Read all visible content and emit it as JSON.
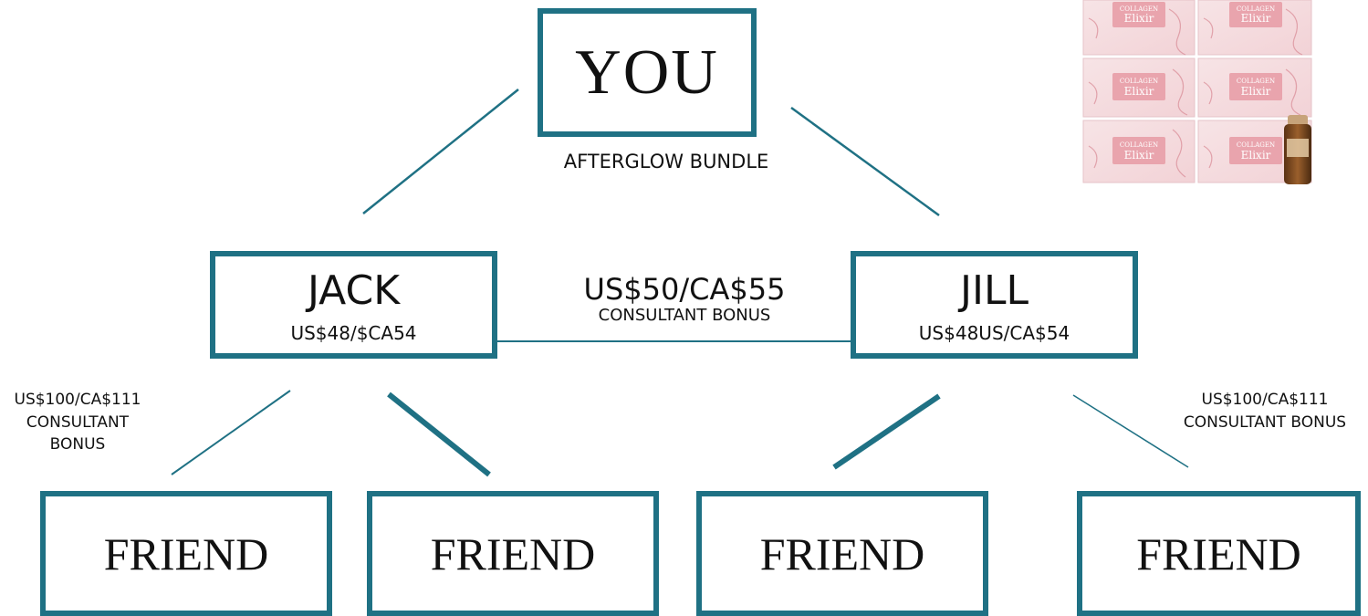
{
  "diagram": {
    "top": {
      "name": "YOU",
      "caption": "AFTERGLOW BUNDLE"
    },
    "middle": [
      {
        "name": "JACK",
        "amount": "US$48/$CA54"
      },
      {
        "name": "JILL",
        "amount": "US$48US/CA$54"
      }
    ],
    "center_bonus": {
      "amount": "US$50/CA$55",
      "label": "CONSULTANT BONUS"
    },
    "left_bonus": {
      "amount": "US$100/CA$111",
      "line1": "CONSULTANT",
      "line2": "BONUS"
    },
    "right_bonus": {
      "amount": "US$100/CA$111",
      "label": "CONSULTANT BONUS"
    },
    "friends": [
      "FRIEND",
      "FRIEND",
      "FRIEND",
      "FRIEND"
    ]
  },
  "product_image": {
    "brand_small": "COLLAGEN",
    "brand_large": "Elixir"
  },
  "colors": {
    "box_border": "#1f7184",
    "connector": "#1f7184",
    "product_pink": "#e9a4ad",
    "bottle_amber": "#7a4a22"
  }
}
